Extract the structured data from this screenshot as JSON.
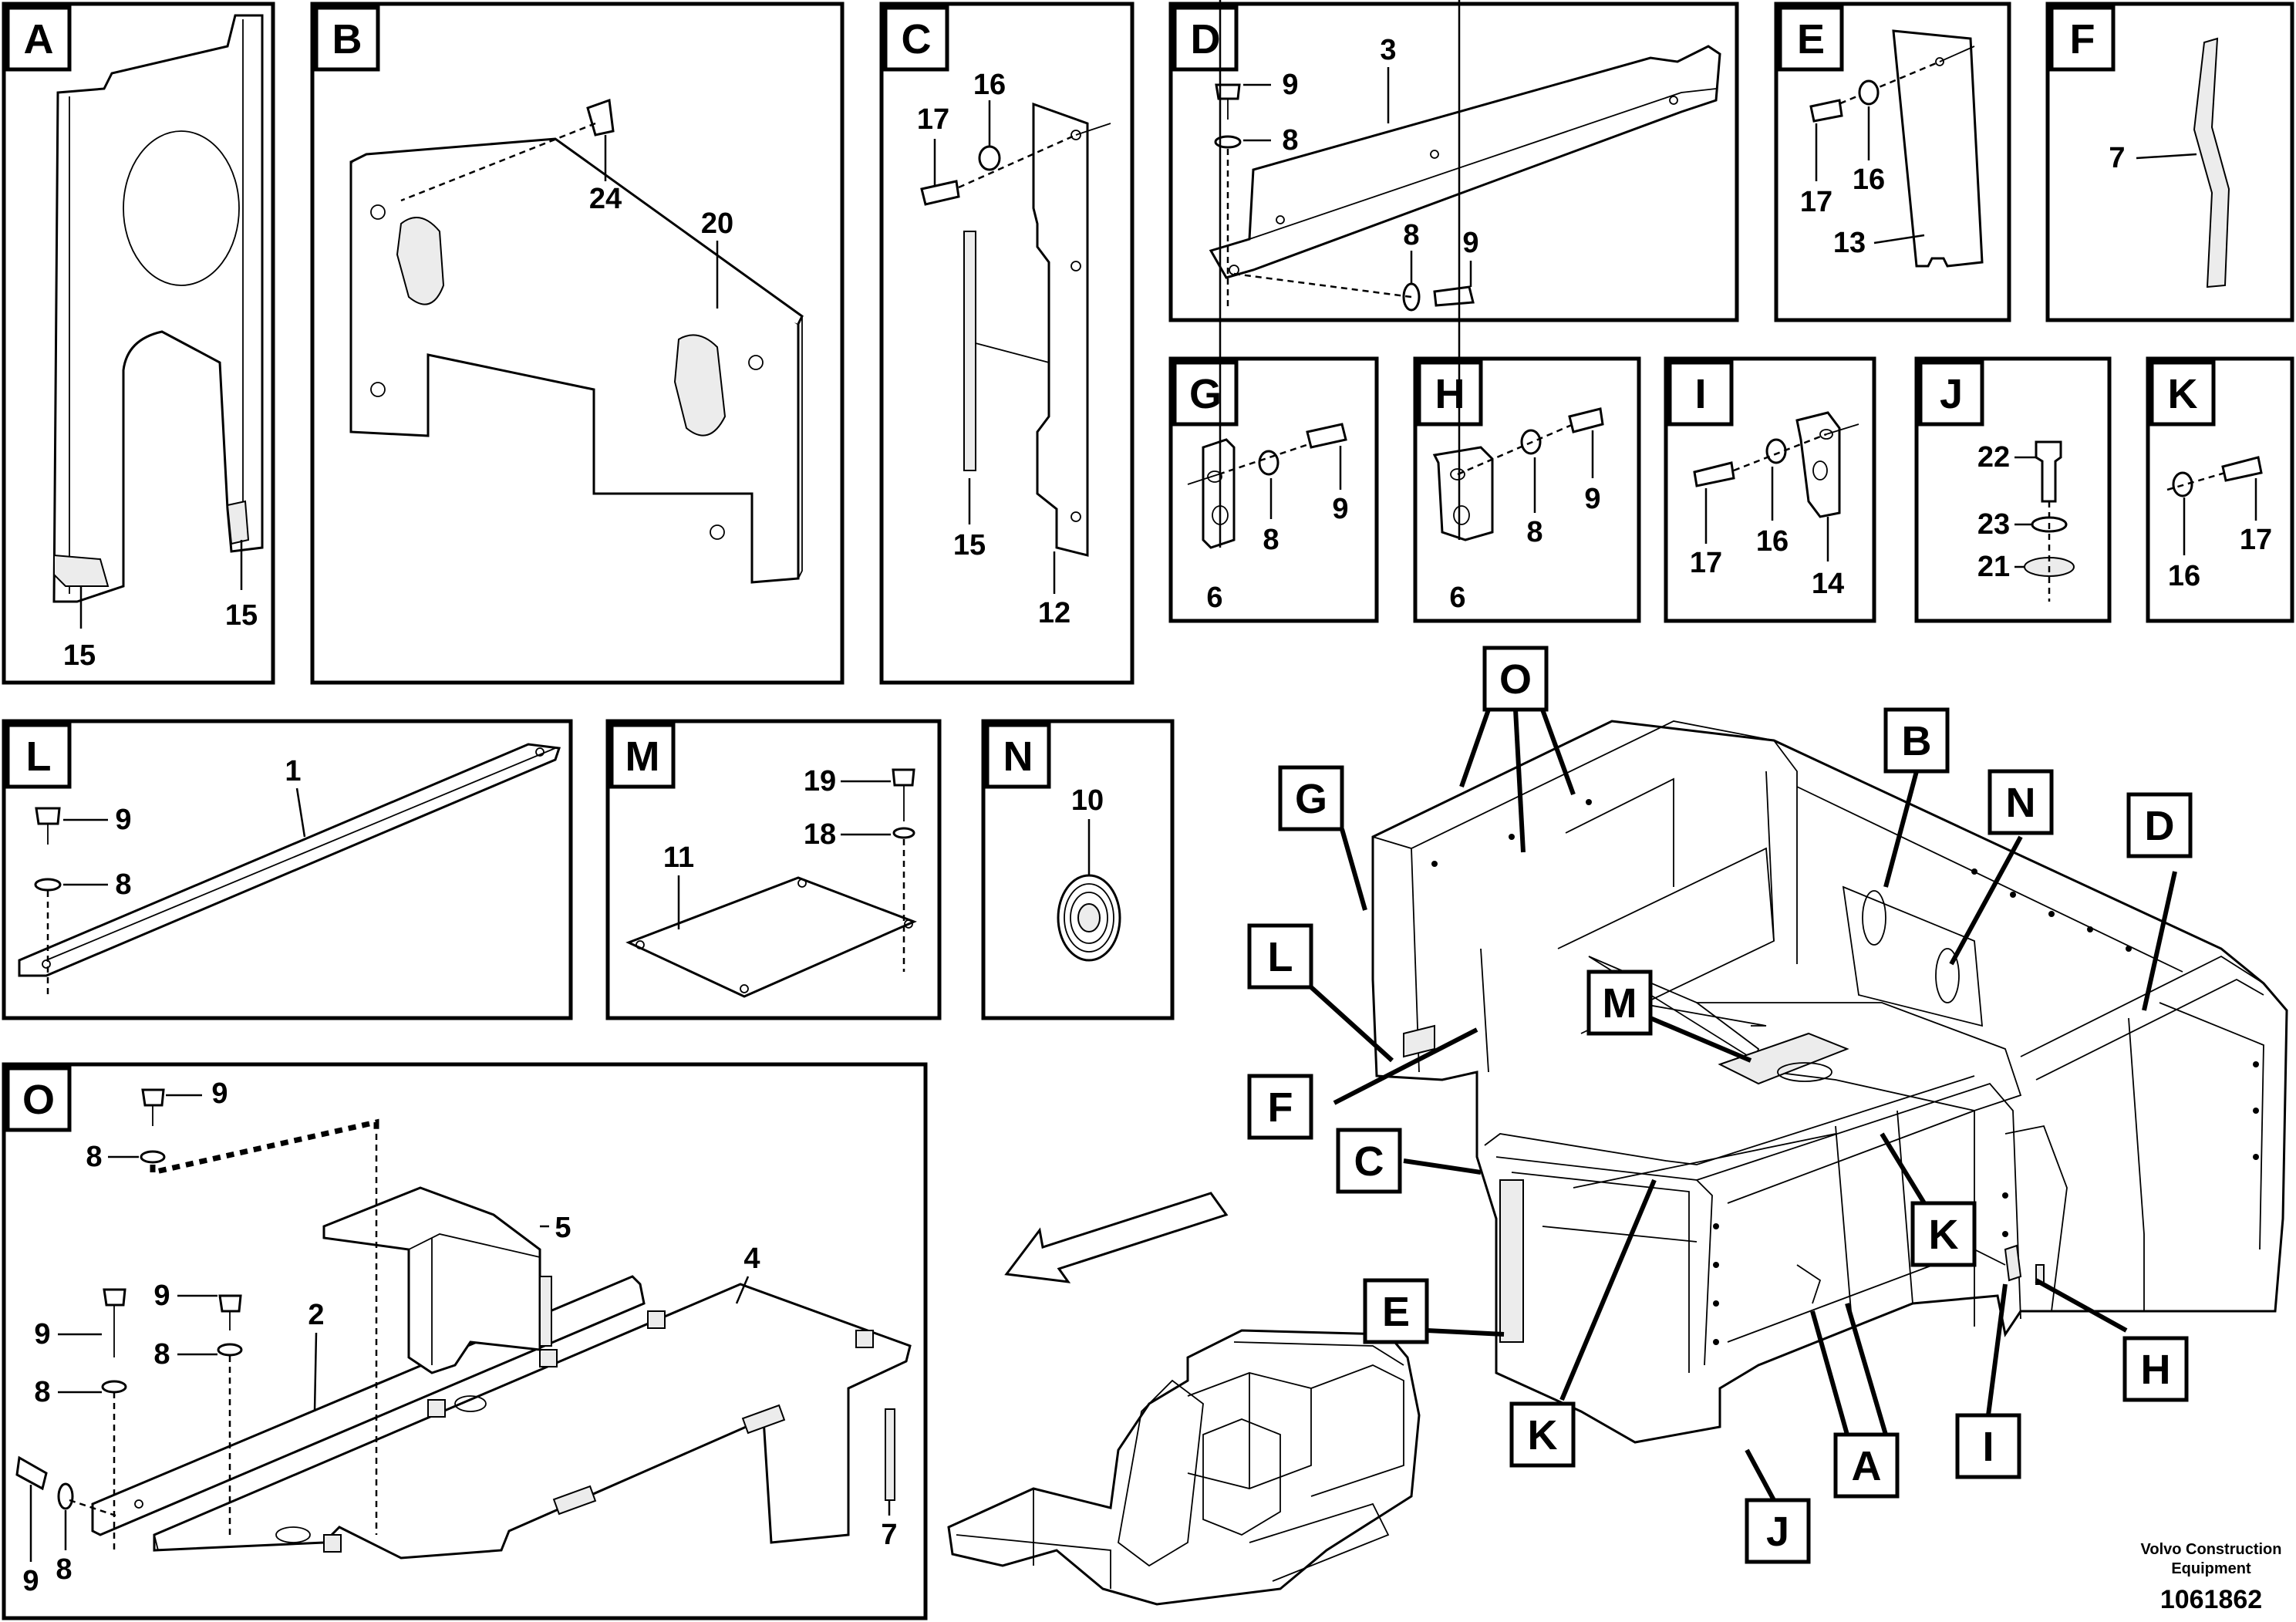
{
  "panels": [
    {
      "id": "A",
      "letter": "A",
      "callouts": [
        "15",
        "15"
      ]
    },
    {
      "id": "B",
      "letter": "B",
      "callouts": [
        "24",
        "20"
      ]
    },
    {
      "id": "C",
      "letter": "C",
      "callouts": [
        "17",
        "16",
        "15",
        "12"
      ]
    },
    {
      "id": "D",
      "letter": "D",
      "callouts": [
        "3",
        "9",
        "8",
        "8",
        "9"
      ]
    },
    {
      "id": "E",
      "letter": "E",
      "callouts": [
        "17",
        "16",
        "13"
      ]
    },
    {
      "id": "F",
      "letter": "F",
      "callouts": [
        "7"
      ]
    },
    {
      "id": "G",
      "letter": "G",
      "callouts": [
        "8",
        "9",
        "6"
      ]
    },
    {
      "id": "H",
      "letter": "H",
      "callouts": [
        "8",
        "9",
        "6"
      ]
    },
    {
      "id": "I",
      "letter": "I",
      "callouts": [
        "17",
        "16",
        "14"
      ]
    },
    {
      "id": "J",
      "letter": "J",
      "callouts": [
        "22",
        "23",
        "21"
      ]
    },
    {
      "id": "K",
      "letter": "K",
      "callouts": [
        "16",
        "17"
      ]
    },
    {
      "id": "L",
      "letter": "L",
      "callouts": [
        "1",
        "9",
        "8"
      ]
    },
    {
      "id": "M",
      "letter": "M",
      "callouts": [
        "19",
        "18",
        "11"
      ]
    },
    {
      "id": "N",
      "letter": "N",
      "callouts": [
        "10"
      ]
    },
    {
      "id": "O",
      "letter": "O",
      "callouts": [
        "9",
        "8",
        "5",
        "4",
        "9",
        "9",
        "8",
        "8",
        "2",
        "9",
        "8",
        "7"
      ]
    }
  ],
  "overview_tags": [
    "O",
    "B",
    "N",
    "D",
    "G",
    "L",
    "M",
    "F",
    "C",
    "K",
    "E",
    "K",
    "H",
    "I",
    "A",
    "J"
  ],
  "footer": {
    "company_line1": "Volvo Construction",
    "company_line2": "Equipment",
    "doc_number": "1061862"
  }
}
